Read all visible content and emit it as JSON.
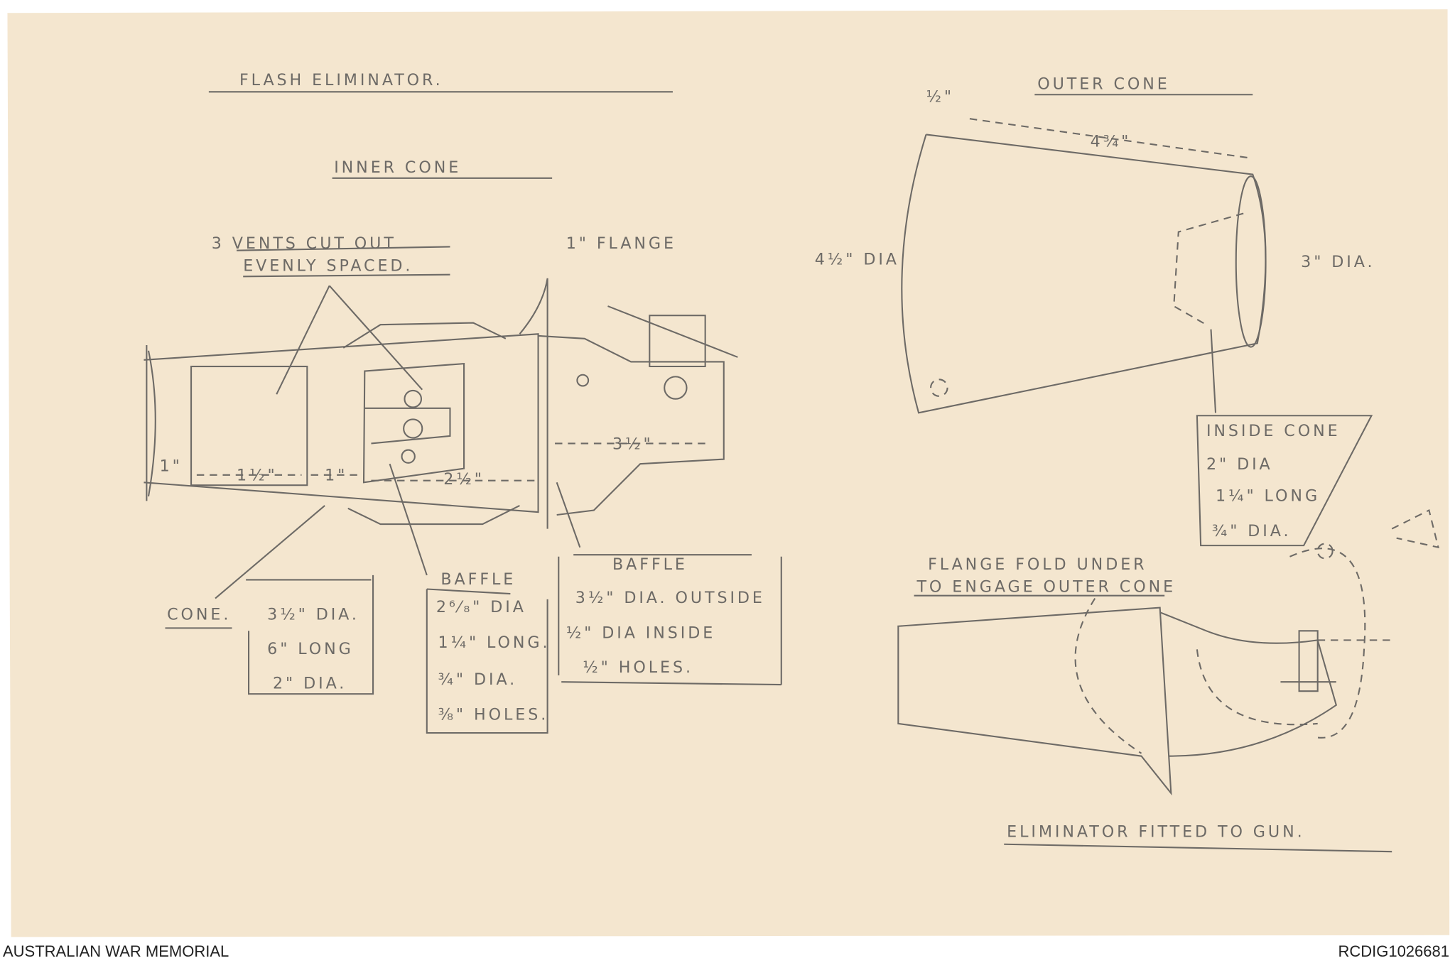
{
  "title": "FLASH ELIMINATOR.",
  "inner_cone": {
    "heading": "INNER CONE",
    "vents_note": [
      "3 VENTS CUT OUT",
      "EVENLY SPACED."
    ],
    "flange_label": "1\" FLANGE",
    "dims": [
      "1\"",
      "1½\"",
      "1\"",
      "2½\"",
      "3½\""
    ],
    "cone_label": "CONE.",
    "cone_spec": [
      "3½\" DIA.",
      "6\" LONG",
      "2\" DIA."
    ],
    "baffle1": {
      "heading": "BAFFLE",
      "lines": [
        "2⁶⁄₈\" DIA",
        "1¼\" LONG.",
        "¾\" DIA.",
        "⅜\" HOLES."
      ]
    },
    "baffle2": {
      "heading": "BAFFLE",
      "lines": [
        "3½\" DIA. OUTSIDE",
        "½\" DIA INSIDE",
        "½\" HOLES."
      ]
    }
  },
  "outer_cone": {
    "heading": "OUTER CONE",
    "dims": [
      "½\"",
      "4¾\"",
      "4½\" DIA",
      "3\" DIA."
    ],
    "inside_cone": {
      "lines": [
        "INSIDE CONE",
        "2\" DIA",
        "1¼\" LONG",
        "¾\" DIA."
      ]
    }
  },
  "fitted": {
    "note": [
      "FLANGE FOLD UNDER",
      "TO ENGAGE OUTER CONE"
    ],
    "caption": "ELIMINATOR FITTED TO GUN."
  },
  "footer": {
    "left": "AUSTRALIAN WAR MEMORIAL",
    "right": "RCDIG1026681"
  },
  "colors": {
    "paper": "#f4e6cf",
    "pencil": "#6d6a66"
  }
}
